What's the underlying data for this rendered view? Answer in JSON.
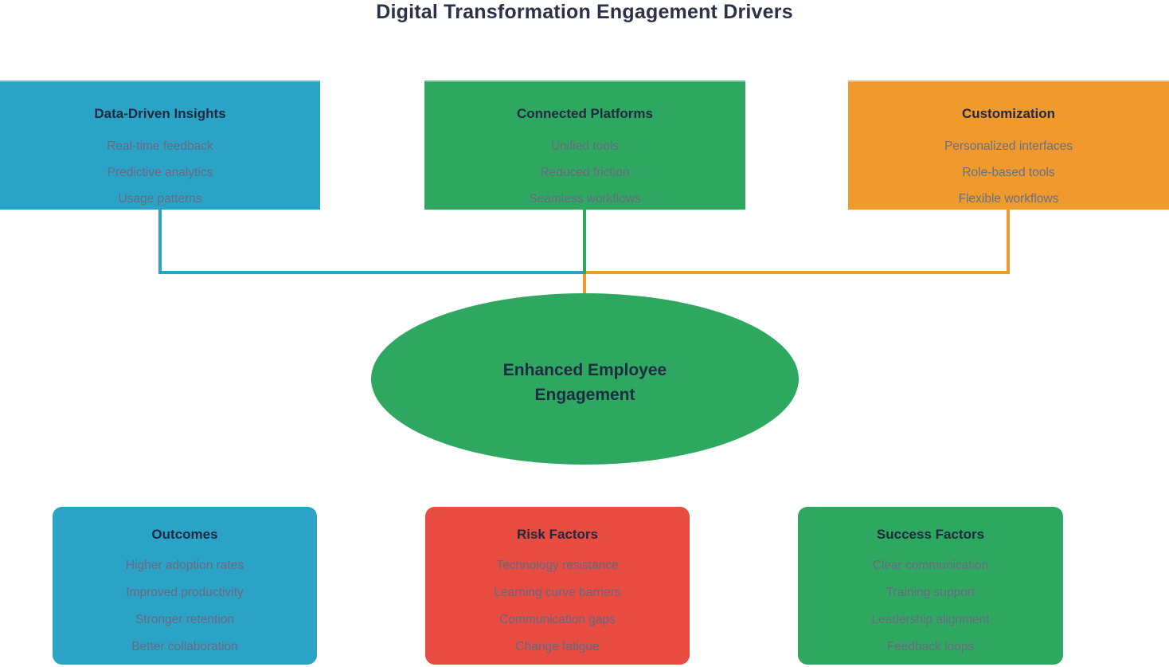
{
  "title": "Digital Transformation Engagement Drivers",
  "colors": {
    "background": "#FFFFFF",
    "title_text": "#2A3149",
    "heading_text": "#20293F",
    "ellipse_text": "#1B2C3F",
    "teal": "#2AA3C6",
    "green": "#2EA860",
    "orange": "#F0992D",
    "red": "#E84B40",
    "arrow_gold": "#D6A31F"
  },
  "top_boxes": [
    {
      "title": "Data-Driven Insights",
      "items": [
        "Real-time feedback",
        "Predictive analytics",
        "Usage patterns"
      ],
      "fill": "#2AA3C6",
      "item_color": "#6C6880"
    },
    {
      "title": "Connected Platforms",
      "items": [
        "Unified tools",
        "Reduced friction",
        "Seamless workflows"
      ],
      "fill": "#2EA860",
      "item_color": "#6A6A80"
    },
    {
      "title": "Customization",
      "items": [
        "Personalized interfaces",
        "Role-based tools",
        "Flexible workflows"
      ],
      "fill": "#F0992D",
      "item_color": "#61708A"
    }
  ],
  "center": {
    "line1": "Enhanced Employee",
    "line2": "Engagement",
    "fill": "#2EA860"
  },
  "bottom_boxes": [
    {
      "title": "Outcomes",
      "items": [
        "Higher adoption rates",
        "Improved productivity",
        "Stronger retention",
        "Better collaboration"
      ],
      "fill": "#2AA3C6",
      "item_color": "#6C6880"
    },
    {
      "title": "Risk Factors",
      "items": [
        "Technology resistance",
        "Learning curve barriers",
        "Communication gaps",
        "Change fatigue"
      ],
      "fill": "#E84B40",
      "item_color": "#5B6C84"
    },
    {
      "title": "Success Factors",
      "items": [
        "Clear communication",
        "Training support",
        "Leadership alignment",
        "Feedback loops"
      ],
      "fill": "#2EA860",
      "item_color": "#6A6A80"
    }
  ],
  "connectors": {
    "teal": "#2AA3C6",
    "green": "#2EA860",
    "orange": "#F0992D",
    "arrow": "#D6A31F"
  }
}
